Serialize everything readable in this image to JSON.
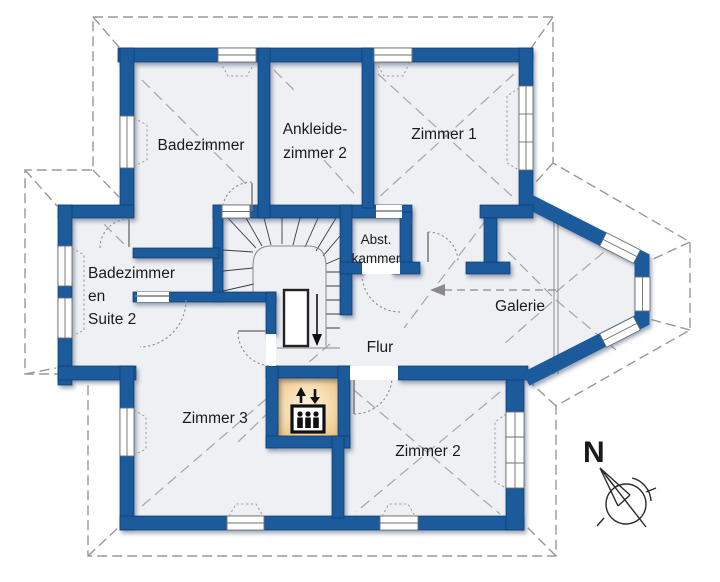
{
  "plan": {
    "title": "floor-plan-upper-storey",
    "rooms": {
      "badezimmer": {
        "label": "Badezimmer"
      },
      "ankleidezimmer2": {
        "line1": "Ankleide-",
        "line2": "zimmer 2"
      },
      "zimmer1": {
        "label": "Zimmer 1"
      },
      "badezimmer_en_suite2": {
        "line1": "Badezimmer",
        "line2": "en",
        "line3": "Suite 2"
      },
      "abstellkammer": {
        "line1": "Abst.",
        "line2": "kammer"
      },
      "galerie": {
        "label": "Galerie"
      },
      "flur": {
        "label": "Flur"
      },
      "zimmer3": {
        "label": "Zimmer 3"
      },
      "zimmer2": {
        "label": "Zimmer 2"
      }
    },
    "compass": {
      "north_label": "N"
    },
    "icons": {
      "elevator": "elevator-up-down-icon",
      "compass": "compass-north-icon"
    },
    "colors": {
      "wall_blue": "#1b5a9b",
      "wall_dark": "#0e3a6e",
      "floor_gray": "#eef0f3",
      "line_gray": "#999999",
      "elevator_tan": "#f2cf9b",
      "elevator_border": "#c88f4f",
      "ink": "#1a1a1a"
    }
  }
}
